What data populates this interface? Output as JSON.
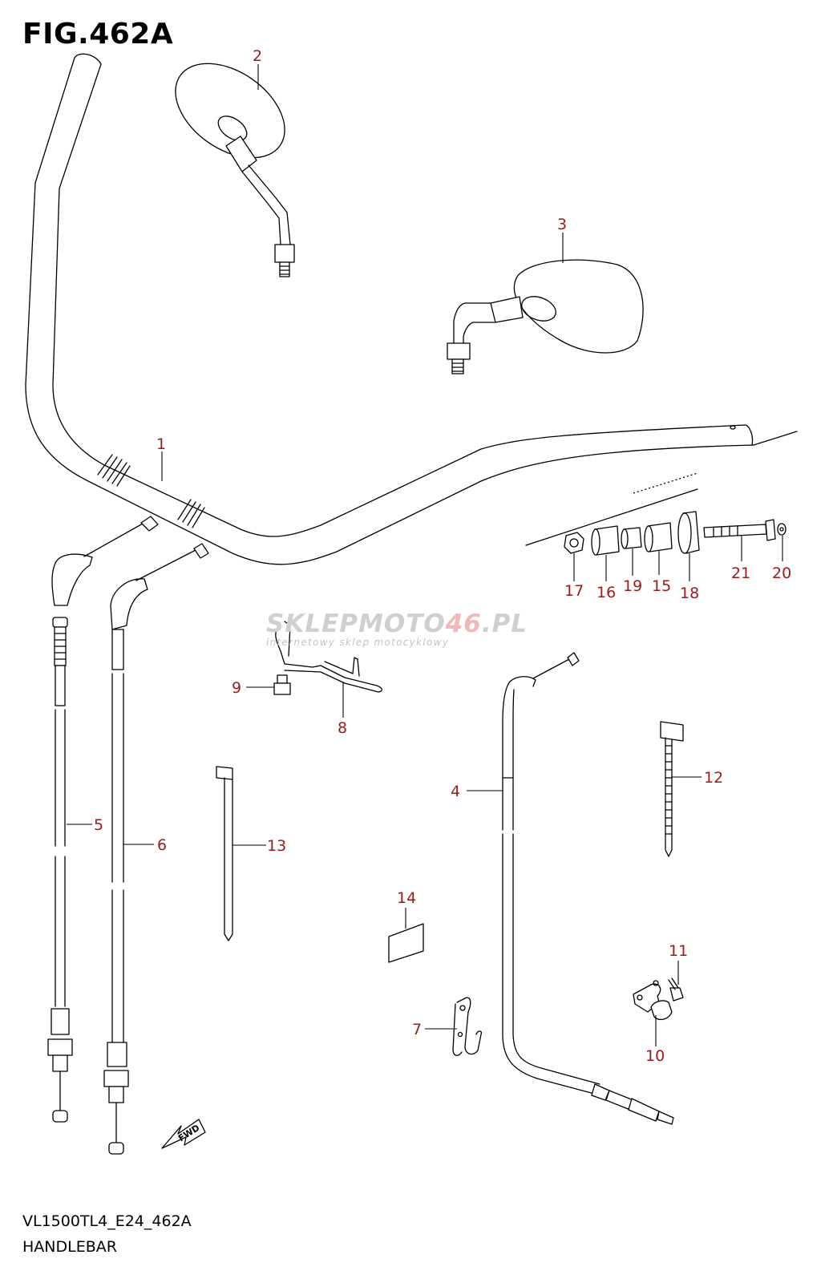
{
  "figure": {
    "title": "FIG.462A",
    "code": "VL1500TL4_E24_462A",
    "name": "HANDLEBAR"
  },
  "watermark": {
    "brand_part1": "SKLEPMOTO",
    "brand_highlight": "46",
    "brand_part2": ".PL",
    "tagline": "internetowy sklep motocyklowy"
  },
  "fwd_label": "FWD",
  "callouts": {
    "c1": "1",
    "c2": "2",
    "c3": "3",
    "c4": "4",
    "c5": "5",
    "c6": "6",
    "c7": "7",
    "c8": "8",
    "c9": "9",
    "c10": "10",
    "c11": "11",
    "c12": "12",
    "c13": "13",
    "c14": "14",
    "c15": "15",
    "c16": "16",
    "c17": "17",
    "c18": "18",
    "c19": "19",
    "c20": "20",
    "c21": "21"
  },
  "colors": {
    "callout": "#9b1b1b",
    "line": "#000000",
    "watermark_accent": "#f0b8b8"
  }
}
